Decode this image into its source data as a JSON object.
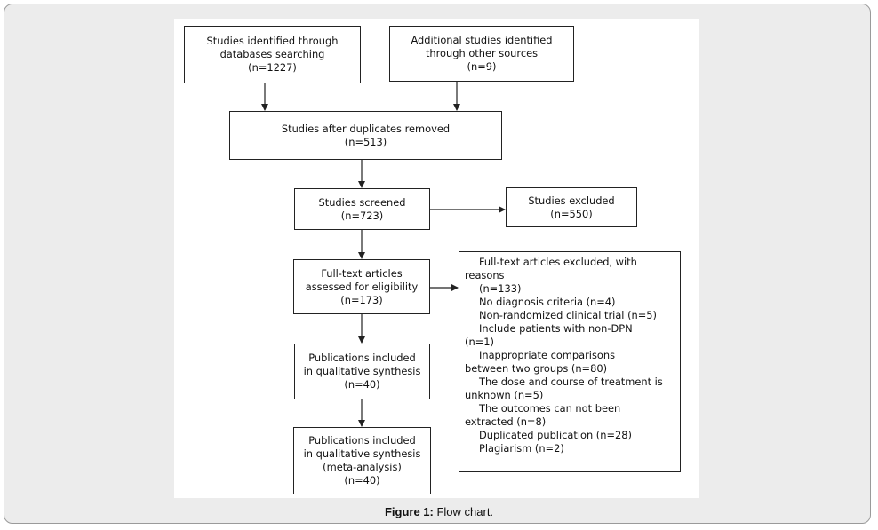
{
  "boxes": {
    "identified_db": [
      "Studies identified through",
      "databases searching",
      "(n=1227)"
    ],
    "identified_other": [
      "Additional studies identified",
      "through other sources",
      "(n=9)"
    ],
    "after_duplicates": [
      "Studies after duplicates removed",
      "(n=513)"
    ],
    "screened": [
      "Studies screened",
      "(n=723)"
    ],
    "excluded": [
      "Studies excluded",
      "(n=550)"
    ],
    "fulltext": [
      "Full-text articles",
      "assessed for eligibility",
      "(n=173)"
    ],
    "qualitative": [
      "Publications included",
      "in qualitative synthesis",
      "(n=40)"
    ],
    "meta": [
      "Publications included",
      "in qualitative synthesis",
      "(meta-analysis)",
      "(n=40)"
    ]
  },
  "exclusions": {
    "lines": [
      {
        "text": "Full-text articles excluded, with",
        "indent": true
      },
      {
        "text": "reasons",
        "indent": false
      },
      {
        "text": "(n=133)",
        "indent": true
      },
      {
        "text": "No diagnosis criteria (n=4)",
        "indent": true
      },
      {
        "text": "Non-randomized clinical trial (n=5)",
        "indent": true
      },
      {
        "text": "Include patients with non-DPN",
        "indent": true
      },
      {
        "text": "(n=1)",
        "indent": false
      },
      {
        "text": "Inappropriate comparisons",
        "indent": true
      },
      {
        "text": "between two groups (n=80)",
        "indent": false
      },
      {
        "text": "The dose and course of treatment is",
        "indent": true
      },
      {
        "text": "unknown  (n=5)",
        "indent": false
      },
      {
        "text": "The outcomes can not been",
        "indent": true
      },
      {
        "text": "extracted (n=8)",
        "indent": false
      },
      {
        "text": "Duplicated publication (n=28)",
        "indent": true
      },
      {
        "text": "Plagiarism (n=2)",
        "indent": true
      }
    ]
  },
  "caption": {
    "label": "Figure 1:",
    "text": " Flow chart."
  }
}
